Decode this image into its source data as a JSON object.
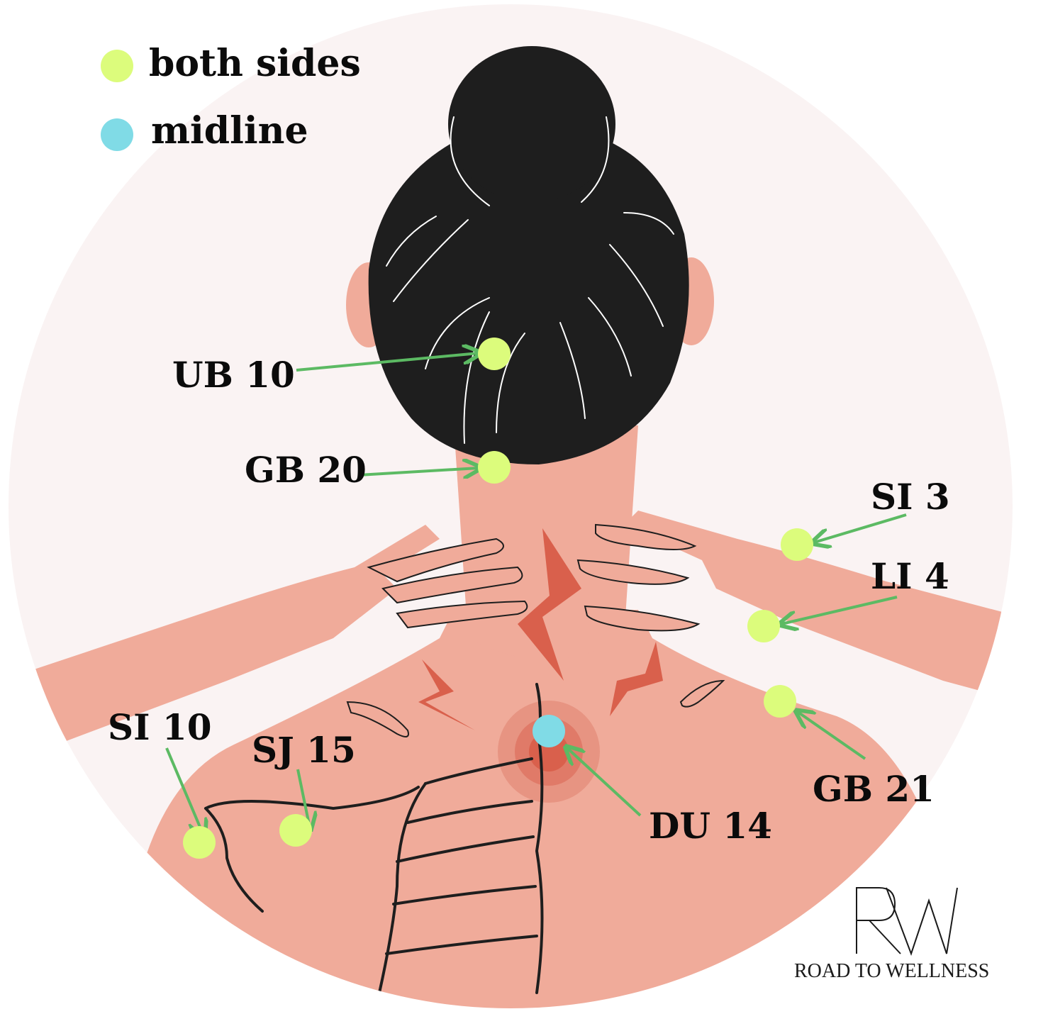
{
  "legend": {
    "both_sides": {
      "label": "both sides",
      "color": "#dcfc7c"
    },
    "midline": {
      "label": "midline",
      "color": "#80dbe6"
    }
  },
  "points": {
    "ub10": "UB 10",
    "gb20": "GB 20",
    "si3": "SI 3",
    "li4": "LI 4",
    "gb21": "GB 21",
    "si10": "SI 10",
    "sj15": "SJ 15",
    "du14": "DU 14"
  },
  "brand": {
    "monogram": "RW",
    "name": "ROAD TO WELLNESS"
  },
  "colors": {
    "background_circle": "#faf3f3",
    "skin": "#f0ab9a",
    "hair": "#1e1e1e",
    "pain": "#d9604c",
    "arrow": "#5cba63"
  }
}
